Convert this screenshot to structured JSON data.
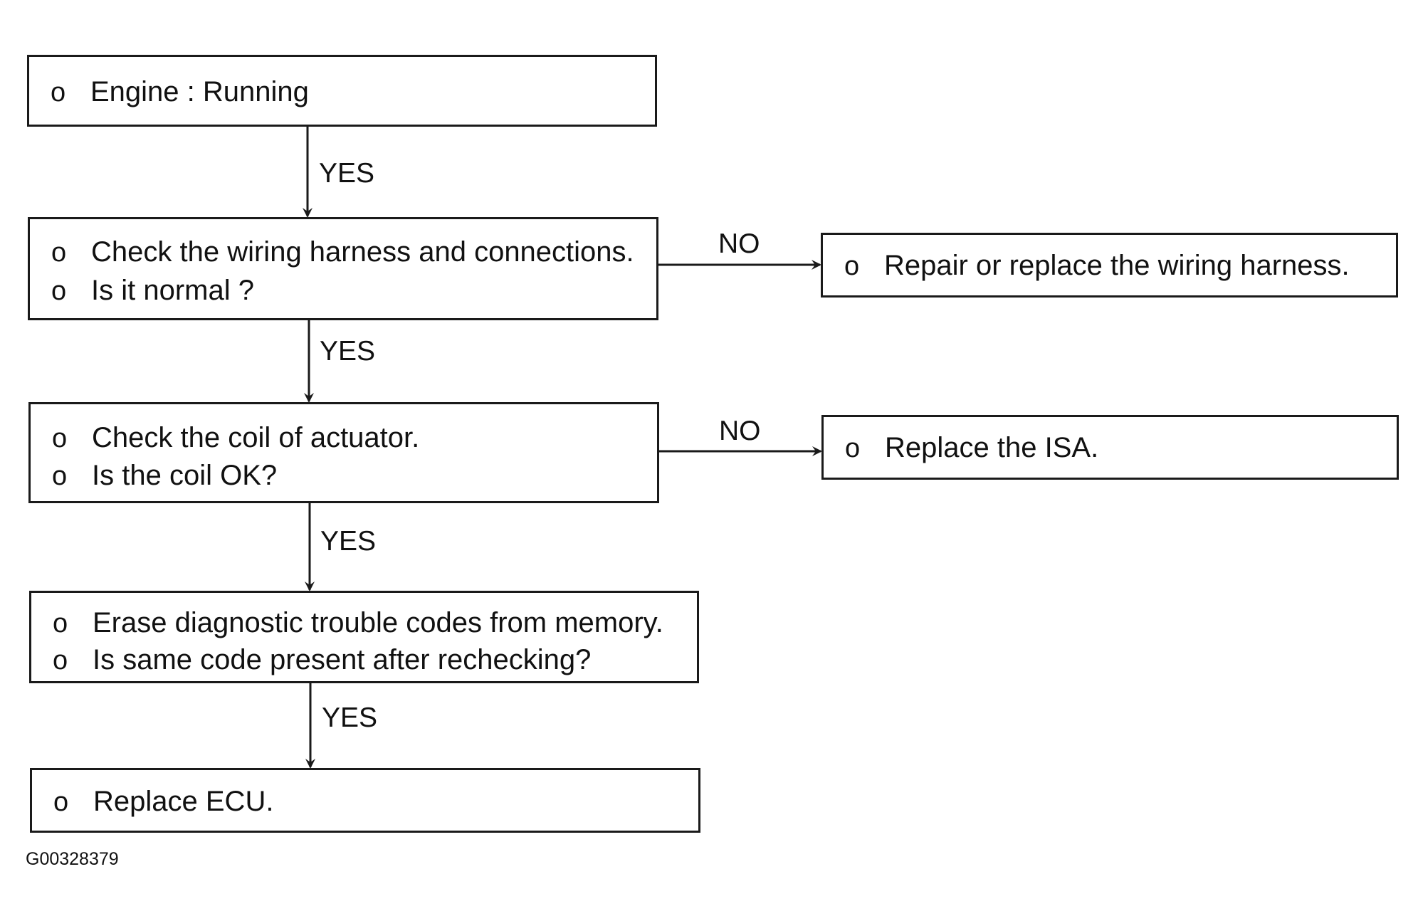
{
  "flowchart": {
    "nodes": [
      {
        "id": "engine-running",
        "lines": [
          {
            "bullet": "o",
            "text": "Engine : Running"
          }
        ]
      },
      {
        "id": "check-wiring",
        "lines": [
          {
            "bullet": "o",
            "text": "Check the wiring harness and connections."
          },
          {
            "bullet": "o",
            "text": "Is it normal ?"
          }
        ]
      },
      {
        "id": "repair-wiring",
        "lines": [
          {
            "bullet": "o",
            "text": "Repair or replace the wiring harness."
          }
        ]
      },
      {
        "id": "check-coil",
        "lines": [
          {
            "bullet": "o",
            "text": "Check the coil of actuator."
          },
          {
            "bullet": "o",
            "text": "Is the coil OK?"
          }
        ]
      },
      {
        "id": "replace-isa",
        "lines": [
          {
            "bullet": "o",
            "text": "Replace the ISA."
          }
        ]
      },
      {
        "id": "erase-codes",
        "lines": [
          {
            "bullet": "o",
            "text": "Erase diagnostic trouble codes from memory."
          },
          {
            "bullet": "o",
            "text": "Is same code present after rechecking?"
          }
        ]
      },
      {
        "id": "replace-ecu",
        "lines": [
          {
            "bullet": "o",
            "text": "Replace ECU."
          }
        ]
      }
    ],
    "edges": [
      {
        "from": "engine-running",
        "to": "check-wiring",
        "label": "YES"
      },
      {
        "from": "check-wiring",
        "to": "repair-wiring",
        "label": "NO"
      },
      {
        "from": "check-wiring",
        "to": "check-coil",
        "label": "YES"
      },
      {
        "from": "check-coil",
        "to": "replace-isa",
        "label": "NO"
      },
      {
        "from": "check-coil",
        "to": "erase-codes",
        "label": "YES"
      },
      {
        "from": "erase-codes",
        "to": "replace-ecu",
        "label": "YES"
      }
    ]
  },
  "figure_code": "G00328379",
  "colors": {
    "stroke": "#1a1a1a",
    "text": "#111111",
    "background": "#ffffff"
  }
}
